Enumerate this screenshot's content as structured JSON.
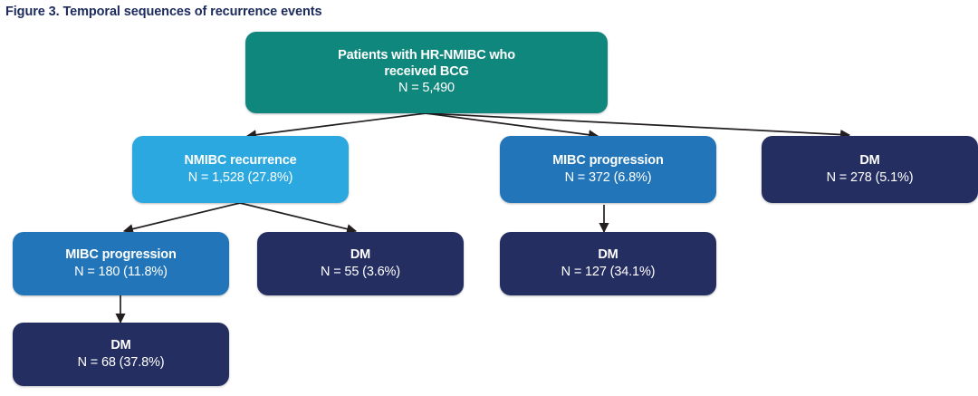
{
  "figure": {
    "title": "Figure 3. Temporal sequences of recurrence events",
    "title_color": "#1c2a5e"
  },
  "palette": {
    "teal": "#10877C",
    "light_blue": "#2BA8E0",
    "medium_blue": "#2275B8",
    "navy": "#252E61",
    "arrow": "#231f20",
    "text": "#ffffff",
    "background": "#ffffff"
  },
  "nodes": {
    "root": {
      "label_line1": "Patients with HR-NMIBC who",
      "label_line2": "received BCG",
      "count": "N = 5,490",
      "color_key": "teal"
    },
    "nmibc_recurrence": {
      "label": "NMIBC recurrence",
      "count": "N = 1,528 (27.8%)",
      "color_key": "light_blue"
    },
    "mibc_progression_l2": {
      "label": "MIBC progression",
      "count": "N = 372 (6.8%)",
      "color_key": "medium_blue"
    },
    "dm_direct": {
      "label": "DM",
      "count": "N = 278 (5.1%)",
      "color_key": "navy"
    },
    "mibc_progression_l3": {
      "label": "MIBC progression",
      "count": "N = 180 (11.8%)",
      "color_key": "medium_blue"
    },
    "dm_after_nmibc": {
      "label": "DM",
      "count": "N = 55 (3.6%)",
      "color_key": "navy"
    },
    "dm_after_mibc": {
      "label": "DM",
      "count": "N = 127 (34.1%)",
      "color_key": "navy"
    },
    "dm_after_mibc_l3": {
      "label": "DM",
      "count": "N = 68 (37.8%)",
      "color_key": "navy"
    }
  },
  "chart_data": {
    "type": "diagram",
    "title": "Figure 3. Temporal sequences of recurrence events",
    "diagram_kind": "flowchart-tree",
    "levels": 4,
    "cohort_total": 5490,
    "nodes": [
      {
        "id": "root",
        "level": 0,
        "text": "Patients with HR-NMIBC who received BCG",
        "n": 5490,
        "percent": null,
        "color": "#10877C"
      },
      {
        "id": "nmibc_recurrence",
        "level": 1,
        "text": "NMIBC recurrence",
        "n": 1528,
        "percent": 27.8,
        "color": "#2BA8E0"
      },
      {
        "id": "mibc_progression_l2",
        "level": 1,
        "text": "MIBC progression",
        "n": 372,
        "percent": 6.8,
        "color": "#2275B8"
      },
      {
        "id": "dm_direct",
        "level": 1,
        "text": "DM",
        "n": 278,
        "percent": 5.1,
        "color": "#252E61"
      },
      {
        "id": "mibc_progression_l3",
        "level": 2,
        "text": "MIBC progression",
        "n": 180,
        "percent": 11.8,
        "color": "#2275B8"
      },
      {
        "id": "dm_after_nmibc",
        "level": 2,
        "text": "DM",
        "n": 55,
        "percent": 3.6,
        "color": "#252E61"
      },
      {
        "id": "dm_after_mibc",
        "level": 2,
        "text": "DM",
        "n": 127,
        "percent": 34.1,
        "color": "#252E61"
      },
      {
        "id": "dm_after_mibc_l3",
        "level": 3,
        "text": "DM",
        "n": 68,
        "percent": 37.8,
        "color": "#252E61"
      }
    ],
    "edges": [
      {
        "from": "root",
        "to": "nmibc_recurrence"
      },
      {
        "from": "root",
        "to": "mibc_progression_l2"
      },
      {
        "from": "root",
        "to": "dm_direct"
      },
      {
        "from": "nmibc_recurrence",
        "to": "mibc_progression_l3"
      },
      {
        "from": "nmibc_recurrence",
        "to": "dm_after_nmibc"
      },
      {
        "from": "mibc_progression_l2",
        "to": "dm_after_mibc"
      },
      {
        "from": "mibc_progression_l3",
        "to": "dm_after_mibc_l3"
      }
    ]
  }
}
